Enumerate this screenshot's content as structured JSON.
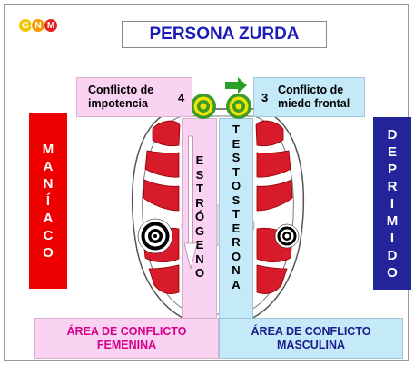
{
  "logo": {
    "letters": [
      "G",
      "N",
      "M"
    ]
  },
  "title": "PERSONA ZURDA",
  "left_side": {
    "letters": [
      "M",
      "A",
      "N",
      "Í",
      "A",
      "C",
      "O"
    ],
    "color": "#ee0000"
  },
  "right_side": {
    "letters": [
      "D",
      "E",
      "P",
      "R",
      "I",
      "M",
      "I",
      "D",
      "O"
    ],
    "color": "#23239a"
  },
  "conflict_left": {
    "number": "4",
    "line1": "Conflicto de",
    "line2": "impotencia"
  },
  "conflict_right": {
    "number": "3",
    "line1": "Conflicto de",
    "line2": "miedo frontal"
  },
  "estrogeno": {
    "letters": [
      "E",
      "S",
      "T",
      "R",
      "Ó",
      "G",
      "E",
      "N",
      "O"
    ]
  },
  "testosterona": {
    "letters": [
      "T",
      "E",
      "S",
      "T",
      "O",
      "S",
      "T",
      "E",
      "R",
      "O",
      "N",
      "A"
    ]
  },
  "area_femenina": {
    "line1": "ÁREA DE CONFLICTO",
    "line2": "FEMENINA"
  },
  "area_masculina": {
    "line1": "ÁREA DE CONFLICTO",
    "line2": "MASCULINA"
  },
  "colors": {
    "pink": "#fad2f2",
    "blue": "#c4eafa",
    "title": "#1b1bb8",
    "femenina_text": "#d6008a",
    "masculina_text": "#1b1b8a",
    "arrow": "#2aa02a"
  }
}
